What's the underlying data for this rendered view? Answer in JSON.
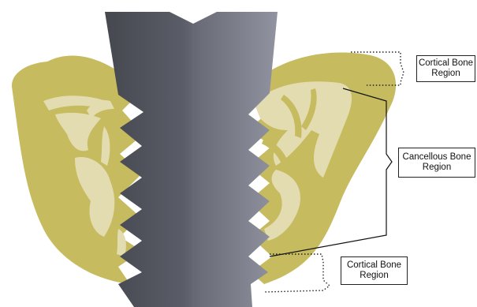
{
  "colors": {
    "cortical_bone": "#c7bb5f",
    "cancellous_bone": "#e3dcb0",
    "implant_dark": "#4f525d",
    "implant_light": "#8a8d98",
    "line": "#111111"
  },
  "icons": {
    "implant": "threaded-implant-icon",
    "bone": "bone-cross-section-icon"
  },
  "labels": {
    "cortical_top": {
      "line1": "Cortical Bone",
      "line2": "Region"
    },
    "cancellous": {
      "line1": "Cancellous Bone",
      "line2": "Region"
    },
    "cortical_bottom": {
      "line1": "Cortical Bone",
      "line2": "Region"
    }
  }
}
